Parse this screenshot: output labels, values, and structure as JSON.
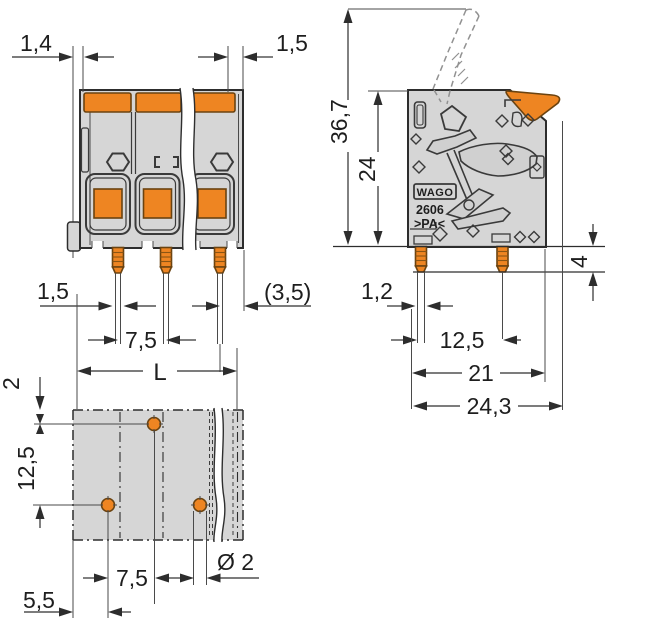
{
  "colors": {
    "accent": "#EE8522",
    "body": "#D6D6D6",
    "line": "#2D2D2D"
  },
  "front_view": {
    "dim_wall": "1,4",
    "dim_button": "1,5",
    "dim_pin_width": "1,5",
    "dim_edge": "(3,5)",
    "dim_pitch": "7,5",
    "dim_length": "L"
  },
  "side_view": {
    "dim_total_height": "36,7",
    "dim_body_height": "24",
    "dim_pin_length": "4",
    "dim_pin_tip": "1,2",
    "dim_pin_spacing": "12,5",
    "dim_depth": "21",
    "dim_total_depth": "24,3",
    "brand": "WAGO",
    "series": "2606",
    "material": ">PA<"
  },
  "bottom_view": {
    "dim_hole_offset": "2",
    "dim_row_spacing": "12,5",
    "dim_pitch": "7,5",
    "dim_hole_dia": "Ø 2",
    "dim_edge_offset": "5,5"
  }
}
